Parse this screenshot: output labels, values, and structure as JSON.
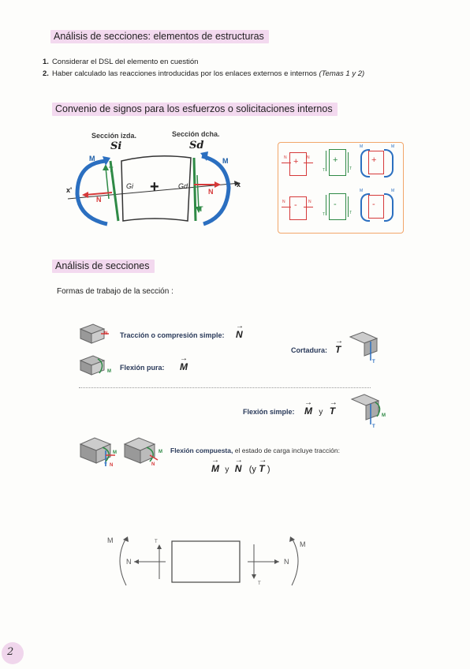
{
  "page": {
    "title1": "Análisis de secciones: elementos de estructuras",
    "list": [
      {
        "num": "1.",
        "text": "Considerar el DSL del elemento en cuestión"
      },
      {
        "num": "2.",
        "text": "Haber calculado las reacciones introducidas por los enlaces externos e internos",
        "note": "(Temas 1 y 2)"
      }
    ],
    "title2": "Convenio de signos para los esfuerzos o solicitaciones internos",
    "title3": "Análisis de secciones",
    "intro": "Formas de trabajo de la sección :",
    "page_number": "2"
  },
  "diagram": {
    "left_label": "Sección izda.",
    "right_label": "Sección dcha.",
    "si": "Si",
    "sd": "Sd",
    "gi": "Gi",
    "gd": "Gd",
    "x_left": "x'",
    "x_right": "x",
    "m": "M",
    "t": "T",
    "n": "N",
    "plus": "+"
  },
  "conv": {
    "plus": "+",
    "minus": "-",
    "n": "N",
    "t": "T",
    "m": "M"
  },
  "forms": {
    "traccion_label": "Tracción o compresión simple:",
    "traccion_sym": "N",
    "flexion_pura_label": "Flexión pura:",
    "flexion_pura_sym": "M",
    "cortadura_label": "Cortadura:",
    "cortadura_sym": "T",
    "flexion_simple_label": "Flexión simple:",
    "flexion_simple_m": "M",
    "flexion_simple_y": "y",
    "flexion_simple_t": "T",
    "compuesta_label": "Flexión compuesta,",
    "compuesta_rest": "el estado de carga incluye tracción:",
    "compuesta_m": "M",
    "compuesta_y": "y",
    "compuesta_n": "N",
    "compuesta_paren_open": "(y",
    "compuesta_t": "T",
    "compuesta_paren_close": ")",
    "ic_n": "N",
    "ic_m": "M",
    "ic_t": "T"
  },
  "sketch": {
    "m_left": "M",
    "m_right": "M",
    "n_left": "N",
    "n_right": "N",
    "t_left": "T",
    "t_right": "T"
  },
  "colors": {
    "highlight": "#f3d9ef",
    "red": "#d63a3a",
    "green": "#2f8a46",
    "blue": "#2b6fc0",
    "orange": "#f2a66a"
  }
}
